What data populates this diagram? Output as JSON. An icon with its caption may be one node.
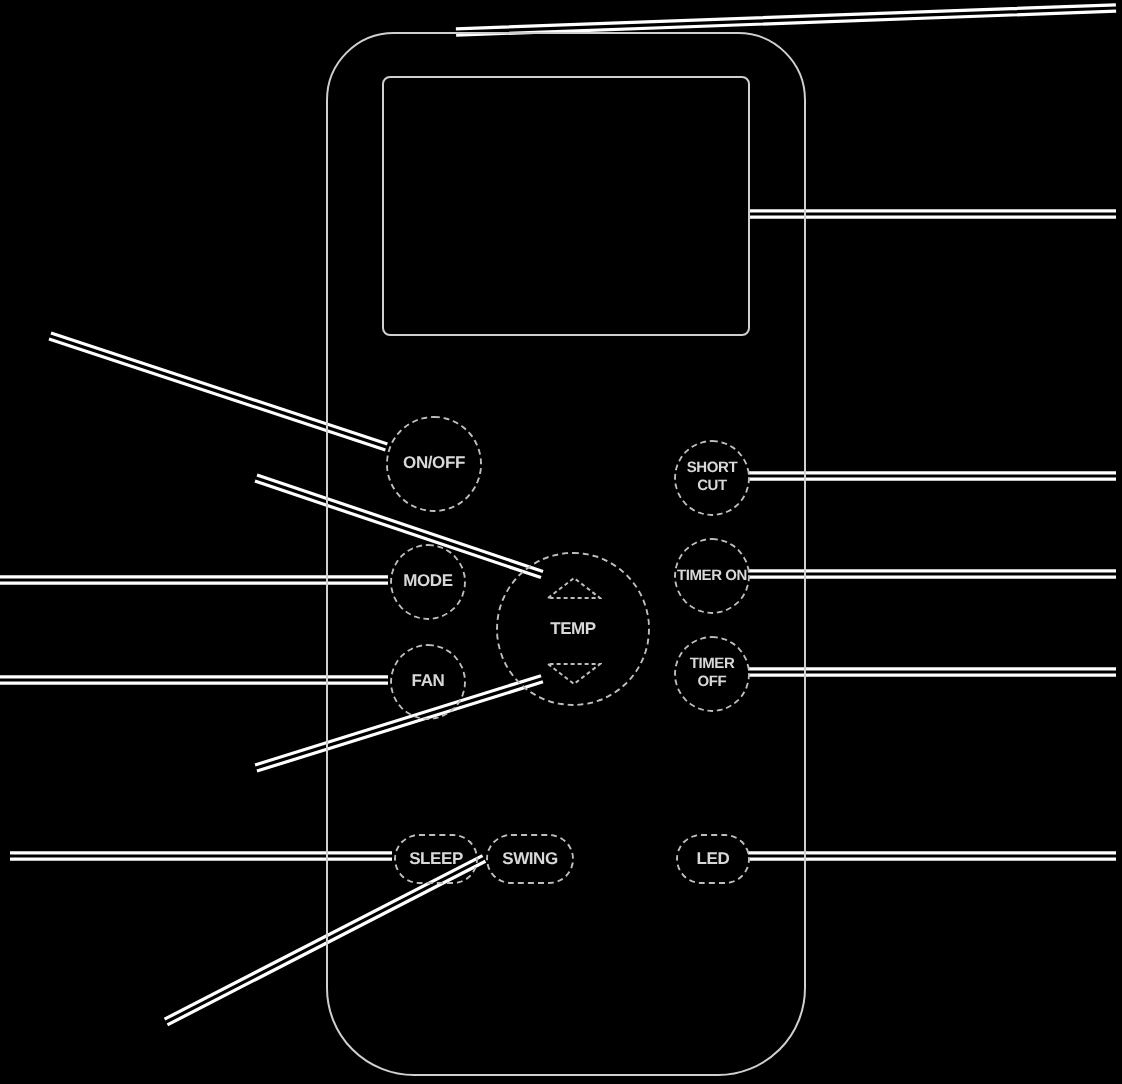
{
  "diagram": {
    "nodes": [
      {
        "text": [],
        "shape": "box"
      },
      {
        "text": [],
        "shape": "box",
        "in": 0
      },
      {
        "text": [
          "ON/OFF"
        ],
        "in": 0
      },
      {
        "text": [
          "SHORT CUT"
        ],
        "in": 0
      },
      {
        "text": [
          "MODE"
        ],
        "in": 0
      },
      {
        "text": [
          "TEMP"
        ],
        "in": 0
      },
      {
        "text": [],
        "shape": "triangle",
        "in": 5
      },
      {
        "text": [],
        "shape": "triangle",
        "in": 5
      },
      {
        "text": [
          "TIMER ON"
        ],
        "in": 0
      },
      {
        "text": [
          "FAN"
        ],
        "in": 0
      },
      {
        "text": [
          "TIMER OFF"
        ],
        "in": 0
      },
      {
        "text": [
          "SLEEP"
        ],
        "in": 0
      },
      {
        "text": [
          "SWING"
        ],
        "in": 0
      },
      {
        "text": [
          "LED"
        ],
        "in": 0
      }
    ],
    "edges": [
      {
        "from": null,
        "to": 0,
        "arrow": "none"
      },
      {
        "from": null,
        "to": 1,
        "arrow": "none"
      },
      {
        "from": null,
        "to": 2,
        "arrow": "none"
      },
      {
        "from": null,
        "to": 6,
        "arrow": "none"
      },
      {
        "from": null,
        "to": 4,
        "arrow": "none"
      },
      {
        "from": null,
        "to": 7,
        "arrow": "none"
      },
      {
        "from": null,
        "to": 9,
        "arrow": "none"
      },
      {
        "from": null,
        "to": 11,
        "arrow": "none"
      },
      {
        "from": null,
        "to": 12,
        "arrow": "none"
      },
      {
        "from": null,
        "to": 3,
        "arrow": "none"
      },
      {
        "from": null,
        "to": 8,
        "arrow": "none"
      },
      {
        "from": null,
        "to": 10,
        "arrow": "none"
      },
      {
        "from": null,
        "to": 13,
        "arrow": "none"
      }
    ]
  }
}
